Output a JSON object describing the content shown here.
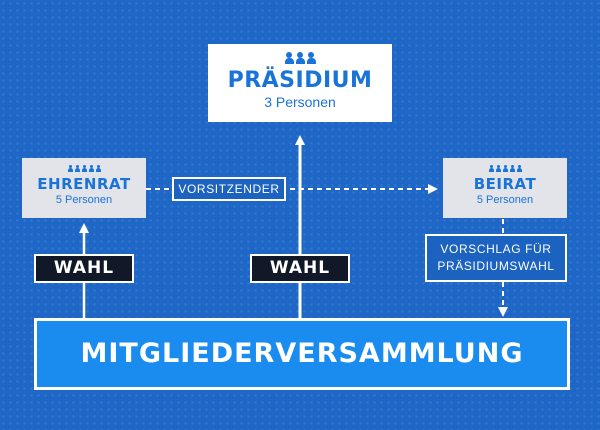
{
  "nodes": {
    "praesidium": {
      "title": "PRÄSIDIUM",
      "subtitle": "3 Personen",
      "icon": "people-group-icon"
    },
    "ehrenrat": {
      "title": "EHRENRAT",
      "subtitle": "5 Personen",
      "icon": "people-group-icon"
    },
    "beirat": {
      "title": "BEIRAT",
      "subtitle": "5 Personen",
      "icon": "people-group-icon"
    },
    "mitgliederversammlung": {
      "title": "MITGLIEDERVERSAMMLUNG"
    }
  },
  "edge_labels": {
    "vorsitzender": "VORSITZENDER",
    "wahl_left": "WAHL",
    "wahl_center": "WAHL",
    "vorschlag": [
      "VORSCHLAG FÜR",
      "PRÄSIDIUMSWAHL"
    ]
  },
  "colors": {
    "background": "#1f67c6",
    "accent": "#1a73d8",
    "mv_fill": "#1a8cf0",
    "wahl_fill": "#111827"
  }
}
